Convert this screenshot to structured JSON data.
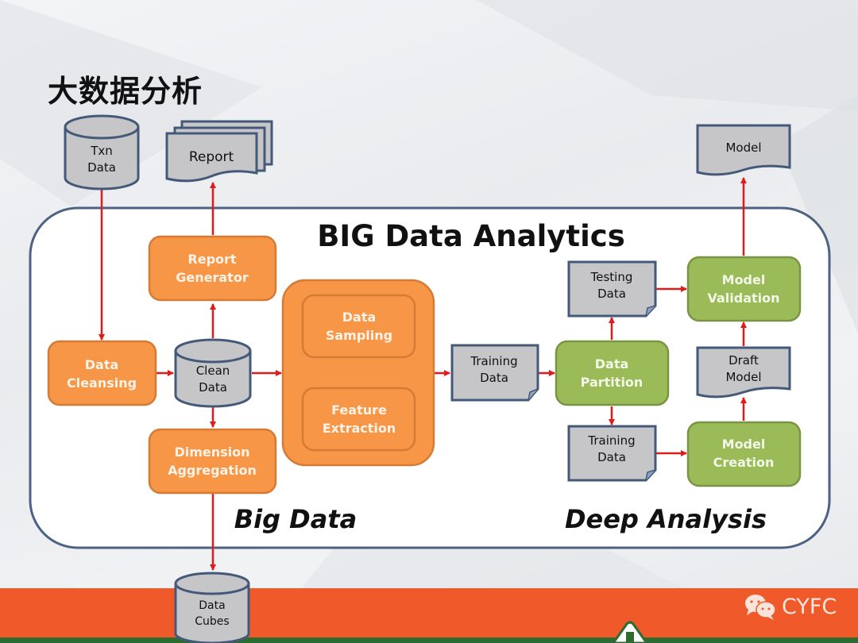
{
  "slide": {
    "title": "大数据分析",
    "colors": {
      "process_orange": "#f79646",
      "process_green": "#9bbb59",
      "data_gray": "#c6c6c8",
      "border_blue": "#44597a",
      "arrow_red": "#e01b1b",
      "footer_orange": "#f0592a",
      "footer_green": "#2e6b2f"
    }
  },
  "diagram": {
    "container_title": "BIG Data Analytics",
    "section_labels": {
      "left": "Big Data",
      "right": "Deep Analysis"
    },
    "external": {
      "txn_data": {
        "line1": "Txn",
        "line2": "Data",
        "shape": "database-cylinder"
      },
      "report": {
        "line1": "Report",
        "shape": "multi-document"
      },
      "model": {
        "line1": "Model",
        "shape": "document"
      },
      "data_cubes": {
        "line1": "Data",
        "line2": "Cubes",
        "shape": "database-cylinder"
      }
    },
    "nodes": {
      "data_cleansing": {
        "line1": "Data",
        "line2": "Cleansing",
        "type": "process"
      },
      "clean_data": {
        "line1": "Clean",
        "line2": "Data",
        "type": "database-cylinder"
      },
      "report_generator": {
        "line1": "Report",
        "line2": "Generator",
        "type": "process"
      },
      "dimension_aggregation": {
        "line1": "Dimension",
        "line2": "Aggregation",
        "type": "process"
      },
      "data_sampling": {
        "line1": "Data",
        "line2": "Sampling",
        "type": "process"
      },
      "feature_extraction": {
        "line1": "Feature",
        "line2": "Extraction",
        "type": "process"
      },
      "training_data_1": {
        "line1": "Training",
        "line2": "Data",
        "type": "data-note"
      },
      "data_partition": {
        "line1": "Data",
        "line2": "Partition",
        "type": "analysis"
      },
      "testing_data": {
        "line1": "Testing",
        "line2": "Data",
        "type": "data-note"
      },
      "training_data_2": {
        "line1": "Training",
        "line2": "Data",
        "type": "data-note"
      },
      "model_validation": {
        "line1": "Model",
        "line2": "Validation",
        "type": "analysis"
      },
      "draft_model": {
        "line1": "Draft",
        "line2": "Model",
        "type": "document"
      },
      "model_creation": {
        "line1": "Model",
        "line2": "Creation",
        "type": "analysis"
      }
    },
    "edges": [
      {
        "from": "Txn Data",
        "to": "Data Cleansing"
      },
      {
        "from": "Data Cleansing",
        "to": "Clean Data"
      },
      {
        "from": "Clean Data",
        "to": "Report Generator"
      },
      {
        "from": "Report Generator",
        "to": "Report"
      },
      {
        "from": "Clean Data",
        "to": "Dimension Aggregation"
      },
      {
        "from": "Dimension Aggregation",
        "to": "Data Cubes"
      },
      {
        "from": "Clean Data",
        "to": "Data Sampling / Feature Extraction"
      },
      {
        "from": "Data Sampling",
        "to": "Feature Extraction",
        "bidirectional": true
      },
      {
        "from": "Data Sampling / Feature Extraction",
        "to": "Training Data"
      },
      {
        "from": "Training Data",
        "to": "Data Partition"
      },
      {
        "from": "Data Partition",
        "to": "Testing Data"
      },
      {
        "from": "Data Partition",
        "to": "Training Data (2)"
      },
      {
        "from": "Testing Data",
        "to": "Model Validation"
      },
      {
        "from": "Training Data (2)",
        "to": "Model Creation"
      },
      {
        "from": "Model Creation",
        "to": "Draft Model"
      },
      {
        "from": "Draft Model",
        "to": "Model Validation"
      },
      {
        "from": "Model Validation",
        "to": "Model"
      }
    ]
  },
  "footer": {
    "brand": "CYFC",
    "brand_icon": "wechat-icon"
  }
}
